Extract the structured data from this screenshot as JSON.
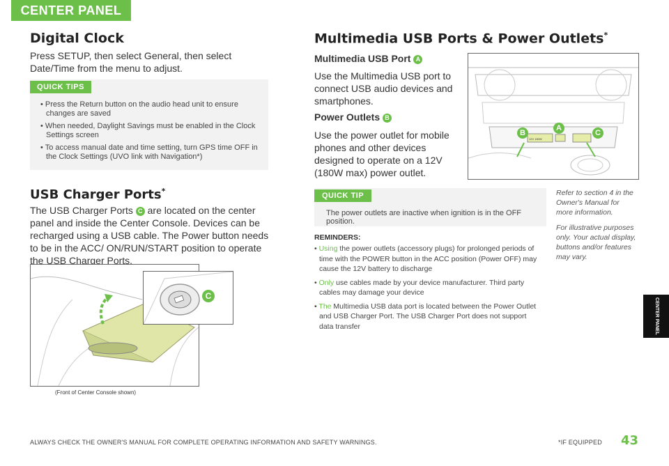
{
  "section_tab": "CENTER PANEL",
  "digital_clock": {
    "title": "Digital Clock",
    "body": "Press SETUP, then select General, then select Date/Time from the menu to adjust.",
    "quick_tips_label": "QUICK TIPS",
    "tips": [
      "• Press the Return button on the audio head unit to ensure changes are saved",
      "• When needed, Daylight Savings must be enabled in the Clock Settings screen",
      "• To access manual date and time setting, turn GPS time OFF in the Clock Settings (UVO link with Navigation*)"
    ]
  },
  "usb_charger": {
    "title": "USB Charger Ports",
    "title_mark": "*",
    "body_1": "The USB Charger Ports",
    "badge": "C",
    "body_2": "are located on the center panel and inside the Center Console. Devices can be recharged using a USB cable. The Power button needs to be in the ACC/ ON/RUN/START position to operate the USB Charger Ports.",
    "image_badge": "C",
    "caption": "(Front of Center Console shown)"
  },
  "multimedia": {
    "title": "Multimedia USB Ports & Power Outlets",
    "title_mark": "*",
    "usb_head": "Multimedia USB Port",
    "usb_badge": "A",
    "usb_body": "Use the Multimedia USB port to connect USB audio devices and smartphones.",
    "power_head": "Power Outlets",
    "power_badge": "B",
    "power_body": "Use the power outlet for mobile phones and other devices designed to operate on a 12V (180W max) power outlet.",
    "image_labels": [
      "B",
      "A",
      "C"
    ],
    "image_outlet_text": "12V 180W"
  },
  "quick_tip": {
    "label": "QUICK TIP",
    "text": "The power outlets are inactive when ignition is in the OFF position."
  },
  "reminders": {
    "title": "REMINDERS:",
    "items": [
      {
        "lead": "Using",
        "rest": " the power outlets (accessory plugs) for prolonged periods of time with the POWER button in the ACC position (Power OFF) may cause the 12V battery to discharge"
      },
      {
        "lead": "Only",
        "rest": " use cables made by your device manufacturer. Third party cables may damage your device"
      },
      {
        "lead": "The",
        "rest": " Multimedia USB data port is located between the Power Outlet and USB Charger Port. The USB Charger Port does not support data transfer"
      }
    ]
  },
  "side_notes": [
    "Refer to section 4 in the Owner's Manual for more information.",
    "For illustrative purposes only. Your actual display, buttons and/or features may vary."
  ],
  "side_tab": "CENTER PANEL",
  "footer": {
    "left": "ALWAYS CHECK THE OWNER'S MANUAL FOR COMPLETE OPERATING INFORMATION AND SAFETY WARNINGS.",
    "right": "*IF EQUIPPED",
    "page": "43"
  },
  "colors": {
    "accent": "#6cc04a",
    "tip_background": "#f2f2f2",
    "side_tab": "#111111"
  }
}
